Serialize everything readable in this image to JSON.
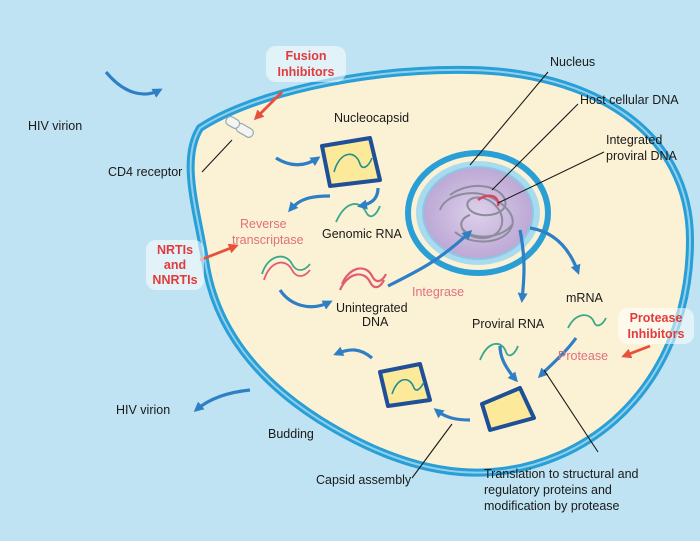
{
  "labels": {
    "hiv_virion_top": "HIV virion",
    "fusion_inhibitors": [
      "Fusion",
      "Inhibitors"
    ],
    "cd4_receptor": "CD4 receptor",
    "nucleocapsid": "Nucleocapsid",
    "nucleus": "Nucleus",
    "host_cellular_dna": "Host cellular DNA",
    "integrated_proviral_dna": [
      "Integrated",
      "proviral DNA"
    ],
    "reverse_transcriptase": [
      "Reverse",
      "transcriptase"
    ],
    "genomic_rna": "Genomic RNA",
    "nrtis": [
      "NRTIs",
      "and",
      "NNRTIs"
    ],
    "unintegrated_dna": [
      "Unintegrated",
      "DNA"
    ],
    "integrase": "Integrase",
    "mrna": "mRNA",
    "proviral_rna": "Proviral RNA",
    "protease_inhibitors": [
      "Protease",
      "Inhibitors"
    ],
    "protease": "Protease",
    "budding": "Budding",
    "hiv_virion_bottom": "HIV virion",
    "capsid_assembly": "Capsid assembly",
    "translation_note": [
      "Translation to structural and",
      "regulatory proteins and",
      "modification by protease"
    ]
  },
  "colors": {
    "background": "#bfe3f2",
    "cytoplasm": "#fbf1d4",
    "membrane": "#2a9fd6",
    "nucleus_fill": "#c9b7da",
    "arrow": "#2f7fc6",
    "enzyme_label": "#e0707e",
    "drug_label": "#e23b3b",
    "capsid": "#fde99a",
    "capsid_outline": "#1f4f97"
  }
}
